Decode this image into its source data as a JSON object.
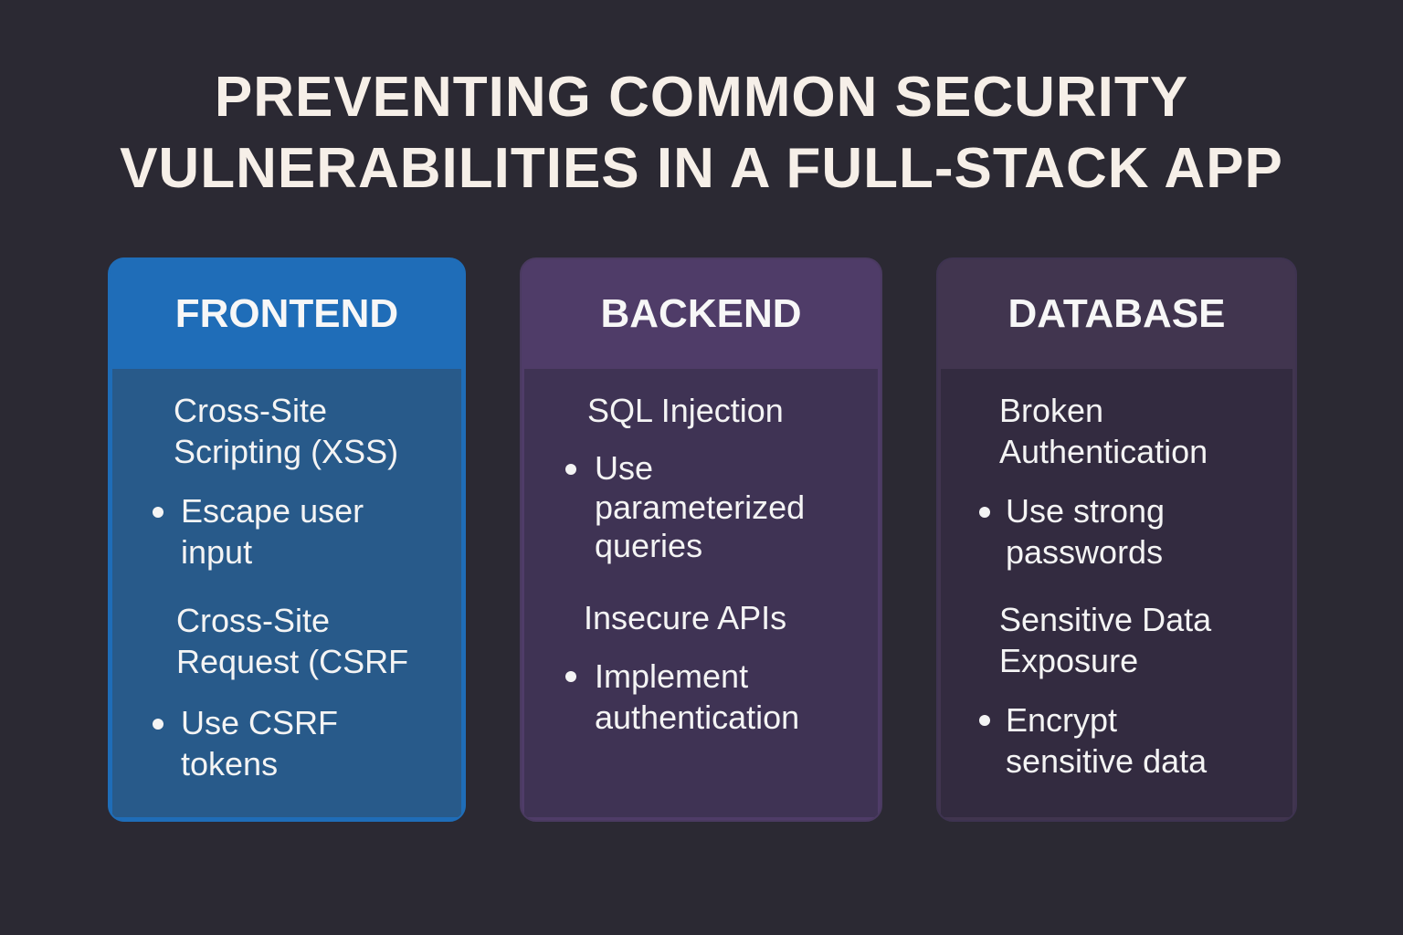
{
  "title": [
    "PREVENTING COMMON SECURITY",
    "VULNERABILITIES IN A FULL-STACK APP"
  ],
  "columns": [
    {
      "heading": "FRONTEND",
      "items": [
        {
          "title": [
            "Cross-Site",
            "Scripting (XSS)"
          ],
          "bullet": [
            "Escape user",
            "input"
          ]
        },
        {
          "title": [
            "Cross-Site",
            "Request (CSRF"
          ],
          "bullet": [
            "Use CSRF",
            "tokens"
          ]
        }
      ]
    },
    {
      "heading": "BACKEND",
      "items": [
        {
          "title": [
            "SQL Injection"
          ],
          "bullet": [
            "Use",
            "parameterized",
            "queries"
          ]
        },
        {
          "title": [
            "Insecure APIs"
          ],
          "bullet": [
            "Implement",
            "authentication"
          ]
        }
      ]
    },
    {
      "heading": "DATABASE",
      "items": [
        {
          "title": [
            "Broken",
            "Authentication"
          ],
          "bullet": [
            "Use strong",
            "passwords"
          ]
        },
        {
          "title": [
            "Sensitive Data",
            "Exposure"
          ],
          "bullet": [
            "Encrypt",
            "sensitive data"
          ]
        }
      ]
    }
  ],
  "colors": {
    "background": "#2b2933",
    "frontend": "#1f6db8",
    "backend": "#4f3c68",
    "database": "#41354f"
  }
}
